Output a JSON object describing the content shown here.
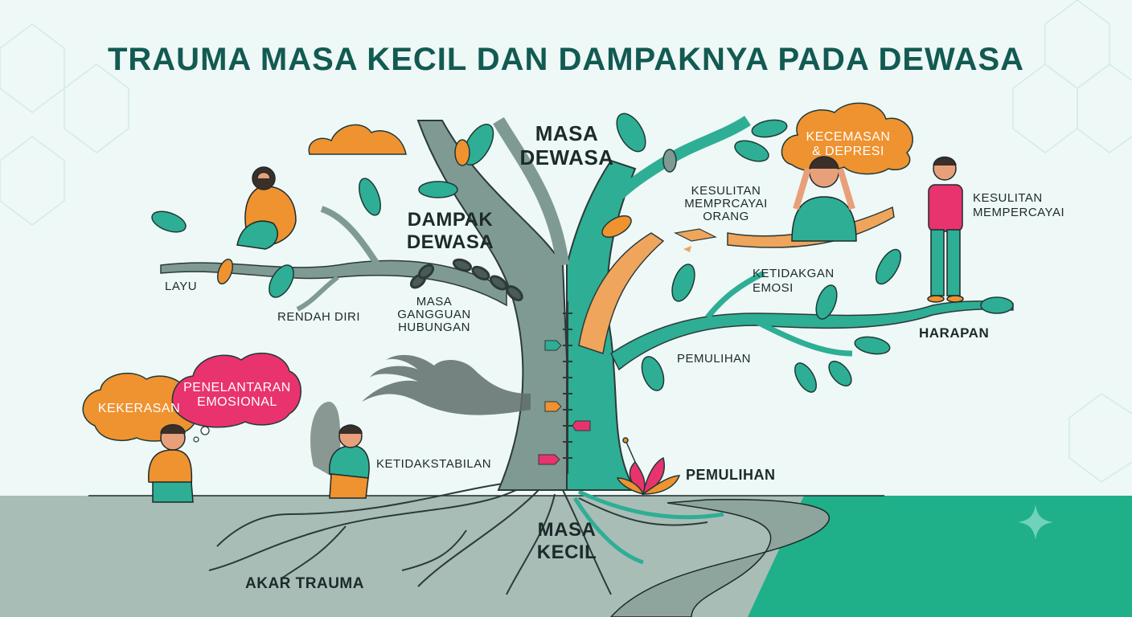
{
  "title": "TRAUMA MASA KECIL DAN DAMPAKNYA PADA DEWASA",
  "colors": {
    "teal": "#2eae95",
    "dark_teal": "#125a52",
    "grey_green": "#7f9a92",
    "orange": "#ef9230",
    "pink": "#e8336e",
    "ground": "#a9bdb7",
    "bright_green": "#1fb08a"
  },
  "icons": {
    "sparkle": "sparkle-icon",
    "chain": "broken-chain-icon",
    "shadow_hand": "shadow-hand-icon",
    "flower": "lotus-flower-icon"
  },
  "labels": {
    "masa_dewasa_top": "MASA\nDEWASA",
    "dampak_dewasa": "DAMPAK\nDEWASA",
    "layu": "LAYU",
    "rendah_diri": "RENDAH DIRI",
    "masa_gangguan": "MASA\nGANGGUAN\nHUBUNGAN",
    "kesulitan_memprcayai": "KESULITAN\nMEMPRCAYAI\nORANG",
    "kesulitan_mempercayai": "KESULITAN\nMEMPERCAYAI",
    "ketidakgan_emosi": "KETIDAKGAN\nEMOSI",
    "harapan": "HARAPAN",
    "pemulihan_branch": "PEMULIHAN",
    "pemulihan_flower": "PEMULIHAN",
    "ketidakstabilan": "KETIDAKSTABILAN",
    "masa_kecil": "MASA\nKECIL",
    "akar_trauma": "AKAR TRAUMA"
  },
  "clouds": {
    "kecemasan": "KECEMASAN\n& DEPRESI",
    "kekerasan": "KEKERASAN",
    "penelantaran": "PENELANTARAN\nEMOSIONAL"
  }
}
